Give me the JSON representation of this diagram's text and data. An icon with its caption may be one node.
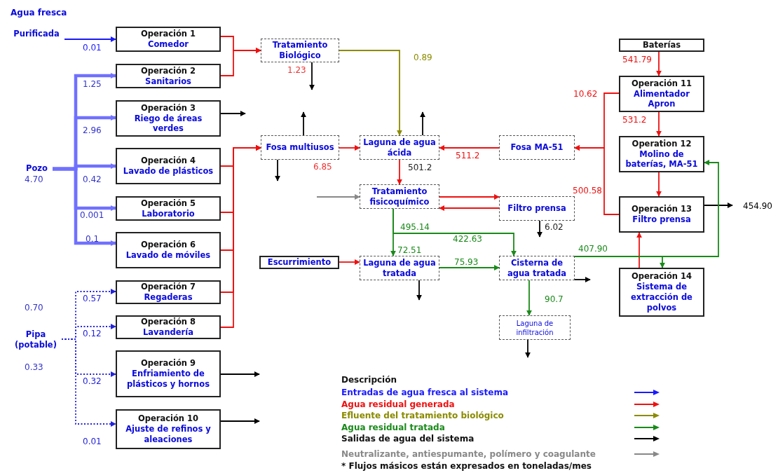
{
  "diagram": {
    "nodes": [
      {
        "text": [
          "Purificada"
        ]
      },
      {
        "text": [
          "Operación 1",
          "Comedor"
        ]
      },
      {
        "text": [
          "Operación 2",
          "Sanitarios"
        ]
      },
      {
        "text": [
          "Operación 3",
          "Riego de áreas verdes"
        ]
      },
      {
        "text": [
          "Operación 4",
          "Lavado de plásticos"
        ]
      },
      {
        "text": [
          "Operación 5",
          "Laboratorio"
        ]
      },
      {
        "text": [
          "Operación 6",
          "Lavado de móviles"
        ]
      },
      {
        "text": [
          "Operación 7",
          "Regaderas"
        ]
      },
      {
        "text": [
          "Operación 8",
          "Lavandería"
        ]
      },
      {
        "text": [
          "Operación 9",
          "Enfriamiento de plásticos y hornos"
        ]
      },
      {
        "text": [
          "Operación 10",
          "Ajuste de refinos y aleaciones"
        ]
      },
      {
        "text": [
          "Pozo"
        ]
      },
      {
        "text": [
          "Pipa (potable)"
        ]
      },
      {
        "text": [
          "Tratamiento Biológico"
        ],
        "beside": [
          "1.23"
        ]
      },
      {
        "text": [
          "Fosa multiusos"
        ],
        "beside": [
          "6.85"
        ]
      },
      {
        "text": [
          "Laguna de agua ácida"
        ]
      },
      {
        "text": [
          "Fosa MA-51"
        ]
      },
      {
        "text": [
          "Tratamiento fisicoquímico"
        ]
      },
      {
        "text": [
          "Filtro prensa"
        ]
      },
      {
        "text": [
          "Escurrimiento"
        ]
      },
      {
        "text": [
          "Laguna de agua tratada"
        ]
      },
      {
        "text": [
          "Cisterna de agua tratada"
        ]
      },
      {
        "text": [
          "Laguna de infiltración"
        ]
      },
      {
        "text": [
          "Baterías"
        ]
      },
      {
        "text": [
          "Operación 11",
          "Alimentador Apron"
        ]
      },
      {
        "text": [
          "Operation 12",
          "Molino de baterías, MA-51"
        ]
      },
      {
        "text": [
          "Operación 13",
          "Filtro prensa"
        ]
      },
      {
        "text": [
          "Operación 14",
          "Sistema de extracción de polvos"
        ]
      }
    ],
    "edges": [
      {
        "from": 0,
        "to": 1,
        "arrow": "to",
        "label": "0.01",
        "color": "#1a1aff"
      },
      {
        "from": 11,
        "to": 2,
        "arrow": "to",
        "label": "1.25",
        "style": "thick",
        "color": "#7070ff"
      },
      {
        "from": 11,
        "to": 3,
        "arrow": "to",
        "label": "2.96",
        "style": "thick",
        "color": "#7070ff"
      },
      {
        "from": 11,
        "to": 4,
        "arrow": "to",
        "label": "0.42",
        "style": "thick",
        "color": "#7070ff"
      },
      {
        "from": 11,
        "to": 5,
        "arrow": "to",
        "label": "0.001",
        "style": "thick",
        "color": "#7070ff"
      },
      {
        "from": 11,
        "to": 6,
        "arrow": "to",
        "label": "0.1",
        "style": "thick",
        "color": "#7070ff"
      },
      {
        "from": 12,
        "to": 7,
        "arrow": "to",
        "label": "0.57",
        "style": "dashed",
        "color": "#2222dd"
      },
      {
        "from": 12,
        "to": 8,
        "arrow": "to",
        "label": "0.12",
        "style": "dashed",
        "color": "#2222dd"
      },
      {
        "from": 12,
        "to": 9,
        "arrow": "to",
        "label": "0.32",
        "style": "dashed",
        "color": "#2222dd"
      },
      {
        "from": 12,
        "to": 10,
        "arrow": "to",
        "label": "0.01",
        "style": "dashed",
        "color": "#2222dd"
      },
      {
        "from": 1,
        "to": 13,
        "arrow": "to"
      },
      {
        "from": 2,
        "to": 13,
        "arrow": "to"
      },
      {
        "from": 4,
        "to": 14,
        "arrow": "to"
      },
      {
        "from": 5,
        "to": 14,
        "arrow": "to"
      },
      {
        "from": 6,
        "to": 14,
        "arrow": "to"
      },
      {
        "from": 7,
        "to": 14,
        "arrow": "to"
      },
      {
        "from": 8,
        "to": 14,
        "arrow": "to"
      },
      {
        "from": 13,
        "to": 15,
        "arrow": "to",
        "label": "0.89",
        "color": "#8b8b00"
      },
      {
        "from": 13,
        "to": null,
        "arrow": "to",
        "color": "#000000"
      },
      {
        "from": 3,
        "to": null,
        "arrow": "to",
        "color": "#000000"
      },
      {
        "from": 14,
        "to": null,
        "arrow": "to",
        "color": "#000000"
      },
      {
        "from": 14,
        "to": null,
        "arrow": "to",
        "color": "#000000"
      },
      {
        "from": 14,
        "to": 15,
        "arrow": "to"
      },
      {
        "from": 15,
        "to": null,
        "arrow": "to",
        "color": "#000000"
      },
      {
        "from": 16,
        "to": 15,
        "arrow": "to",
        "label": "511.2"
      },
      {
        "from": 15,
        "to": 17,
        "arrow": "to",
        "label": "501.2"
      },
      {
        "from": null,
        "to": 17,
        "arrow": "to",
        "color": "#888888"
      },
      {
        "from": 17,
        "to": 18,
        "arrow": "to"
      },
      {
        "from": 18,
        "to": 17,
        "arrow": "to"
      },
      {
        "from": 18,
        "to": null,
        "arrow": "to",
        "label": "6.02",
        "color": "#000000"
      },
      {
        "from": 17,
        "to": 20,
        "arrow": "to",
        "label": "72.51",
        "color": "#1a8a1a"
      },
      {
        "from": 17,
        "to": 21,
        "arrow": "to",
        "label": "422.63",
        "color": "#1a8a1a"
      },
      {
        "from": 19,
        "to": 20,
        "arrow": "to"
      },
      {
        "from": 20,
        "to": 21,
        "arrow": "to",
        "label": "75.93",
        "color": "#1a8a1a"
      },
      {
        "from": 20,
        "to": null,
        "arrow": "to",
        "color": "#000000"
      },
      {
        "from": 21,
        "to": null,
        "arrow": "to",
        "color": "#000000"
      },
      {
        "from": 21,
        "to": 22,
        "arrow": "to",
        "label": "90.7",
        "color": "#1a8a1a"
      },
      {
        "from": 22,
        "to": null,
        "arrow": "to",
        "color": "#000000"
      },
      {
        "from": 9,
        "to": null,
        "arrow": "to",
        "color": "#000000"
      },
      {
        "from": 10,
        "to": null,
        "arrow": "to",
        "color": "#000000"
      },
      {
        "from": 23,
        "to": 24,
        "arrow": "to",
        "label": "541.79"
      },
      {
        "from": 24,
        "to": 25,
        "arrow": "to",
        "label": "531.2"
      },
      {
        "from": 24,
        "to": 16,
        "arrow": "to",
        "label": "10.62"
      },
      {
        "from": 26,
        "to": 16,
        "arrow": "to",
        "label": "500.58"
      },
      {
        "from": 25,
        "to": 26,
        "arrow": "to"
      },
      {
        "from": 26,
        "to": null,
        "arrow": "to",
        "label": "454.90",
        "color": "#000000"
      },
      {
        "from": 27,
        "to": 26,
        "arrow": "to"
      },
      {
        "from": 21,
        "to": 25,
        "arrow": "to",
        "color": "#1a8a1a"
      },
      {
        "from": 21,
        "to": 27,
        "arrow": "to",
        "color": "#1a8a1a"
      }
    ],
    "labels": [
      "Agua fresca",
      "4.70",
      "0.70",
      "0.33",
      "495.14",
      "407.90",
      "Descripción",
      "* Flujos másicos están expresados en toneladas/mes"
    ],
    "legend": [
      {
        "text": "Entradas de agua fresca al sistema"
      },
      {
        "text": "Agua residual generada"
      },
      {
        "text": "Efluente del tratamiento biológico"
      },
      {
        "text": "Agua residual tratada"
      },
      {
        "text": "Salidas de agua del sistema"
      },
      {
        "text": "Neutralizante, antiespumante, polímero y coagulante"
      }
    ]
  }
}
